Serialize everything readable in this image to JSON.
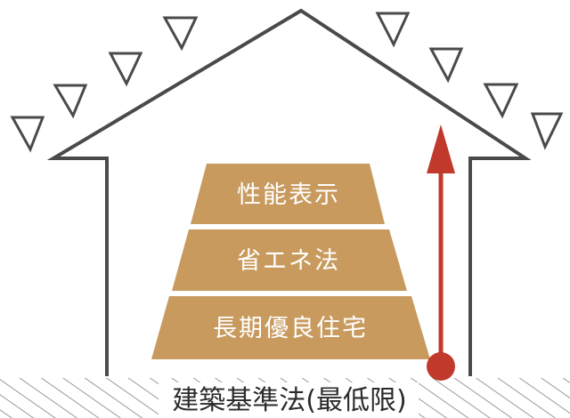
{
  "tiers": [
    {
      "label": "性能表示"
    },
    {
      "label": "省エネ法"
    },
    {
      "label": "長期優良住宅"
    }
  ],
  "foundation": {
    "label": "建築基準法(最低限)"
  },
  "colors": {
    "tier_fill": "#c89a5e",
    "arrow": "#c0392b",
    "outline": "#4a4a4a",
    "hatch": "#9a9a9a"
  }
}
